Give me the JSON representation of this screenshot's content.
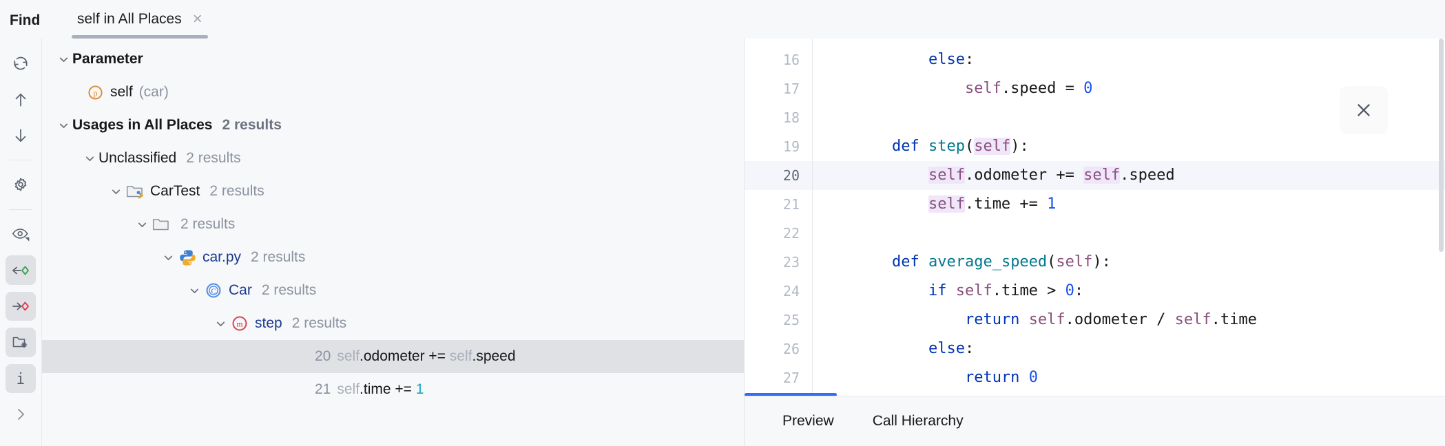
{
  "header": {
    "title": "Find",
    "tab": {
      "label": "self in All Places",
      "close_icon": "close-icon",
      "close_glyph": "×"
    }
  },
  "rail": {
    "items": [
      {
        "name": "rerun-icon",
        "label": "Rerun Search",
        "selected": false
      },
      {
        "name": "arrow-up-icon",
        "label": "Previous Occurrence",
        "selected": false
      },
      {
        "name": "arrow-down-icon",
        "label": "Next Occurrence",
        "selected": false
      },
      {
        "name": "gear-icon",
        "label": "Settings",
        "selected": false
      },
      {
        "name": "eye-preview-icon",
        "label": "Preview Usages",
        "selected": false
      },
      {
        "name": "show-read-access-icon",
        "label": "Show Read Access",
        "selected": true
      },
      {
        "name": "show-write-access-icon",
        "label": "Show Write Access",
        "selected": true
      },
      {
        "name": "group-by-file-structure-icon",
        "label": "Group by File Structure",
        "selected": true
      },
      {
        "name": "info-icon",
        "label": "Show Usage Info",
        "selected": true
      },
      {
        "name": "chevron-right-icon",
        "label": "More Options",
        "selected": false
      }
    ]
  },
  "tree": {
    "nodes": [
      {
        "id": "parameter",
        "depth": 0,
        "expanded": true,
        "icon": "none",
        "label": "Parameter",
        "bold": true,
        "blue": false,
        "count": "",
        "count_bold": false,
        "sub": ""
      },
      {
        "id": "self-car",
        "depth": 1,
        "expanded": null,
        "icon": "parameter-icon",
        "label": "self",
        "bold": false,
        "blue": false,
        "count": "",
        "count_bold": false,
        "sub": "(car)"
      },
      {
        "id": "usages",
        "depth": 0,
        "expanded": true,
        "icon": "none",
        "label": "Usages in All Places",
        "bold": true,
        "blue": false,
        "count": "2 results",
        "count_bold": true,
        "sub": ""
      },
      {
        "id": "unclassified",
        "depth": 1,
        "expanded": true,
        "icon": "none",
        "label": "Unclassified",
        "bold": false,
        "blue": false,
        "count": "2 results",
        "count_bold": false,
        "sub": ""
      },
      {
        "id": "cartest",
        "depth": 2,
        "expanded": true,
        "icon": "python-module-folder-icon",
        "label": "CarTest",
        "bold": false,
        "blue": false,
        "count": "2 results",
        "count_bold": false,
        "sub": ""
      },
      {
        "id": "folder",
        "depth": 3,
        "expanded": true,
        "icon": "folder-icon",
        "label": "",
        "bold": false,
        "blue": false,
        "count": "2 results",
        "count_bold": false,
        "sub": ""
      },
      {
        "id": "car-py",
        "depth": 4,
        "expanded": true,
        "icon": "python-file-icon",
        "label": "car.py",
        "bold": false,
        "blue": true,
        "count": "2 results",
        "count_bold": false,
        "sub": ""
      },
      {
        "id": "car-class",
        "depth": 5,
        "expanded": true,
        "icon": "class-icon",
        "label": "Car",
        "bold": false,
        "blue": true,
        "count": "2 results",
        "count_bold": false,
        "sub": ""
      },
      {
        "id": "step-method",
        "depth": 6,
        "expanded": true,
        "icon": "method-icon",
        "label": "step",
        "bold": false,
        "blue": true,
        "count": "2 results",
        "count_bold": false,
        "sub": ""
      }
    ],
    "results": [
      {
        "id": "result-20",
        "line": "20",
        "selected": true,
        "parts": [
          {
            "t": "self",
            "k": "hl"
          },
          {
            "t": ".odometer += ",
            "k": "txt"
          },
          {
            "t": "self",
            "k": "hl"
          },
          {
            "t": ".speed",
            "k": "txt"
          }
        ]
      },
      {
        "id": "result-21",
        "line": "21",
        "selected": false,
        "parts": [
          {
            "t": "self",
            "k": "hl"
          },
          {
            "t": ".time += ",
            "k": "txt"
          },
          {
            "t": "1",
            "k": "num"
          }
        ]
      }
    ]
  },
  "editor": {
    "close_icon": "close-icon",
    "first_line": 16,
    "current_line": 20,
    "lines": [
      {
        "n": "16",
        "current": false,
        "tokens": [
          {
            "t": "        ",
            "k": ""
          },
          {
            "t": "else",
            "k": "kw"
          },
          {
            "t": ":",
            "k": ""
          }
        ]
      },
      {
        "n": "17",
        "current": false,
        "tokens": [
          {
            "t": "            ",
            "k": ""
          },
          {
            "t": "self",
            "k": "slf"
          },
          {
            "t": ".speed = ",
            "k": ""
          },
          {
            "t": "0",
            "k": "num"
          }
        ]
      },
      {
        "n": "18",
        "current": false,
        "tokens": []
      },
      {
        "n": "19",
        "current": false,
        "tokens": [
          {
            "t": "    ",
            "k": ""
          },
          {
            "t": "def",
            "k": "kw"
          },
          {
            "t": " ",
            "k": ""
          },
          {
            "t": "step",
            "k": "fn"
          },
          {
            "t": "(",
            "k": ""
          },
          {
            "t": "self",
            "k": "slf mark"
          },
          {
            "t": "):",
            "k": ""
          }
        ]
      },
      {
        "n": "20",
        "current": true,
        "tokens": [
          {
            "t": "        ",
            "k": ""
          },
          {
            "t": "self",
            "k": "slf mark"
          },
          {
            "t": ".odometer += ",
            "k": ""
          },
          {
            "t": "self",
            "k": "slf mark"
          },
          {
            "t": ".speed",
            "k": ""
          }
        ]
      },
      {
        "n": "21",
        "current": false,
        "tokens": [
          {
            "t": "        ",
            "k": ""
          },
          {
            "t": "self",
            "k": "slf mark"
          },
          {
            "t": ".time += ",
            "k": ""
          },
          {
            "t": "1",
            "k": "num"
          }
        ]
      },
      {
        "n": "22",
        "current": false,
        "tokens": []
      },
      {
        "n": "23",
        "current": false,
        "tokens": [
          {
            "t": "    ",
            "k": ""
          },
          {
            "t": "def",
            "k": "kw"
          },
          {
            "t": " ",
            "k": ""
          },
          {
            "t": "average_speed",
            "k": "fn"
          },
          {
            "t": "(",
            "k": ""
          },
          {
            "t": "self",
            "k": "slf"
          },
          {
            "t": "):",
            "k": ""
          }
        ]
      },
      {
        "n": "24",
        "current": false,
        "tokens": [
          {
            "t": "        ",
            "k": ""
          },
          {
            "t": "if",
            "k": "kw"
          },
          {
            "t": " ",
            "k": ""
          },
          {
            "t": "self",
            "k": "slf"
          },
          {
            "t": ".time > ",
            "k": ""
          },
          {
            "t": "0",
            "k": "num"
          },
          {
            "t": ":",
            "k": ""
          }
        ]
      },
      {
        "n": "25",
        "current": false,
        "tokens": [
          {
            "t": "            ",
            "k": ""
          },
          {
            "t": "return",
            "k": "kw"
          },
          {
            "t": " ",
            "k": ""
          },
          {
            "t": "self",
            "k": "slf"
          },
          {
            "t": ".odometer / ",
            "k": ""
          },
          {
            "t": "self",
            "k": "slf"
          },
          {
            "t": ".time",
            "k": ""
          }
        ]
      },
      {
        "n": "26",
        "current": false,
        "tokens": [
          {
            "t": "        ",
            "k": ""
          },
          {
            "t": "else",
            "k": "kw"
          },
          {
            "t": ":",
            "k": ""
          }
        ]
      },
      {
        "n": "27",
        "current": false,
        "tokens": [
          {
            "t": "            ",
            "k": ""
          },
          {
            "t": "return",
            "k": "kw"
          },
          {
            "t": " ",
            "k": ""
          },
          {
            "t": "0",
            "k": "num"
          }
        ]
      }
    ],
    "bottom_tabs": [
      {
        "id": "preview",
        "label": "Preview",
        "active": true
      },
      {
        "id": "call-hierarchy",
        "label": "Call Hierarchy",
        "active": false
      }
    ]
  },
  "colors": {
    "accent_blue": "#2f6ef5",
    "keyword": "#0033b3",
    "function": "#00788c",
    "self": "#8a4f7d",
    "number": "#1750eb",
    "highlight_bg": "#f0e6fa",
    "selection_bg": "#dfe1e5",
    "current_line_bg": "#f5f6fb",
    "panel_bg": "#f7f8fa"
  }
}
